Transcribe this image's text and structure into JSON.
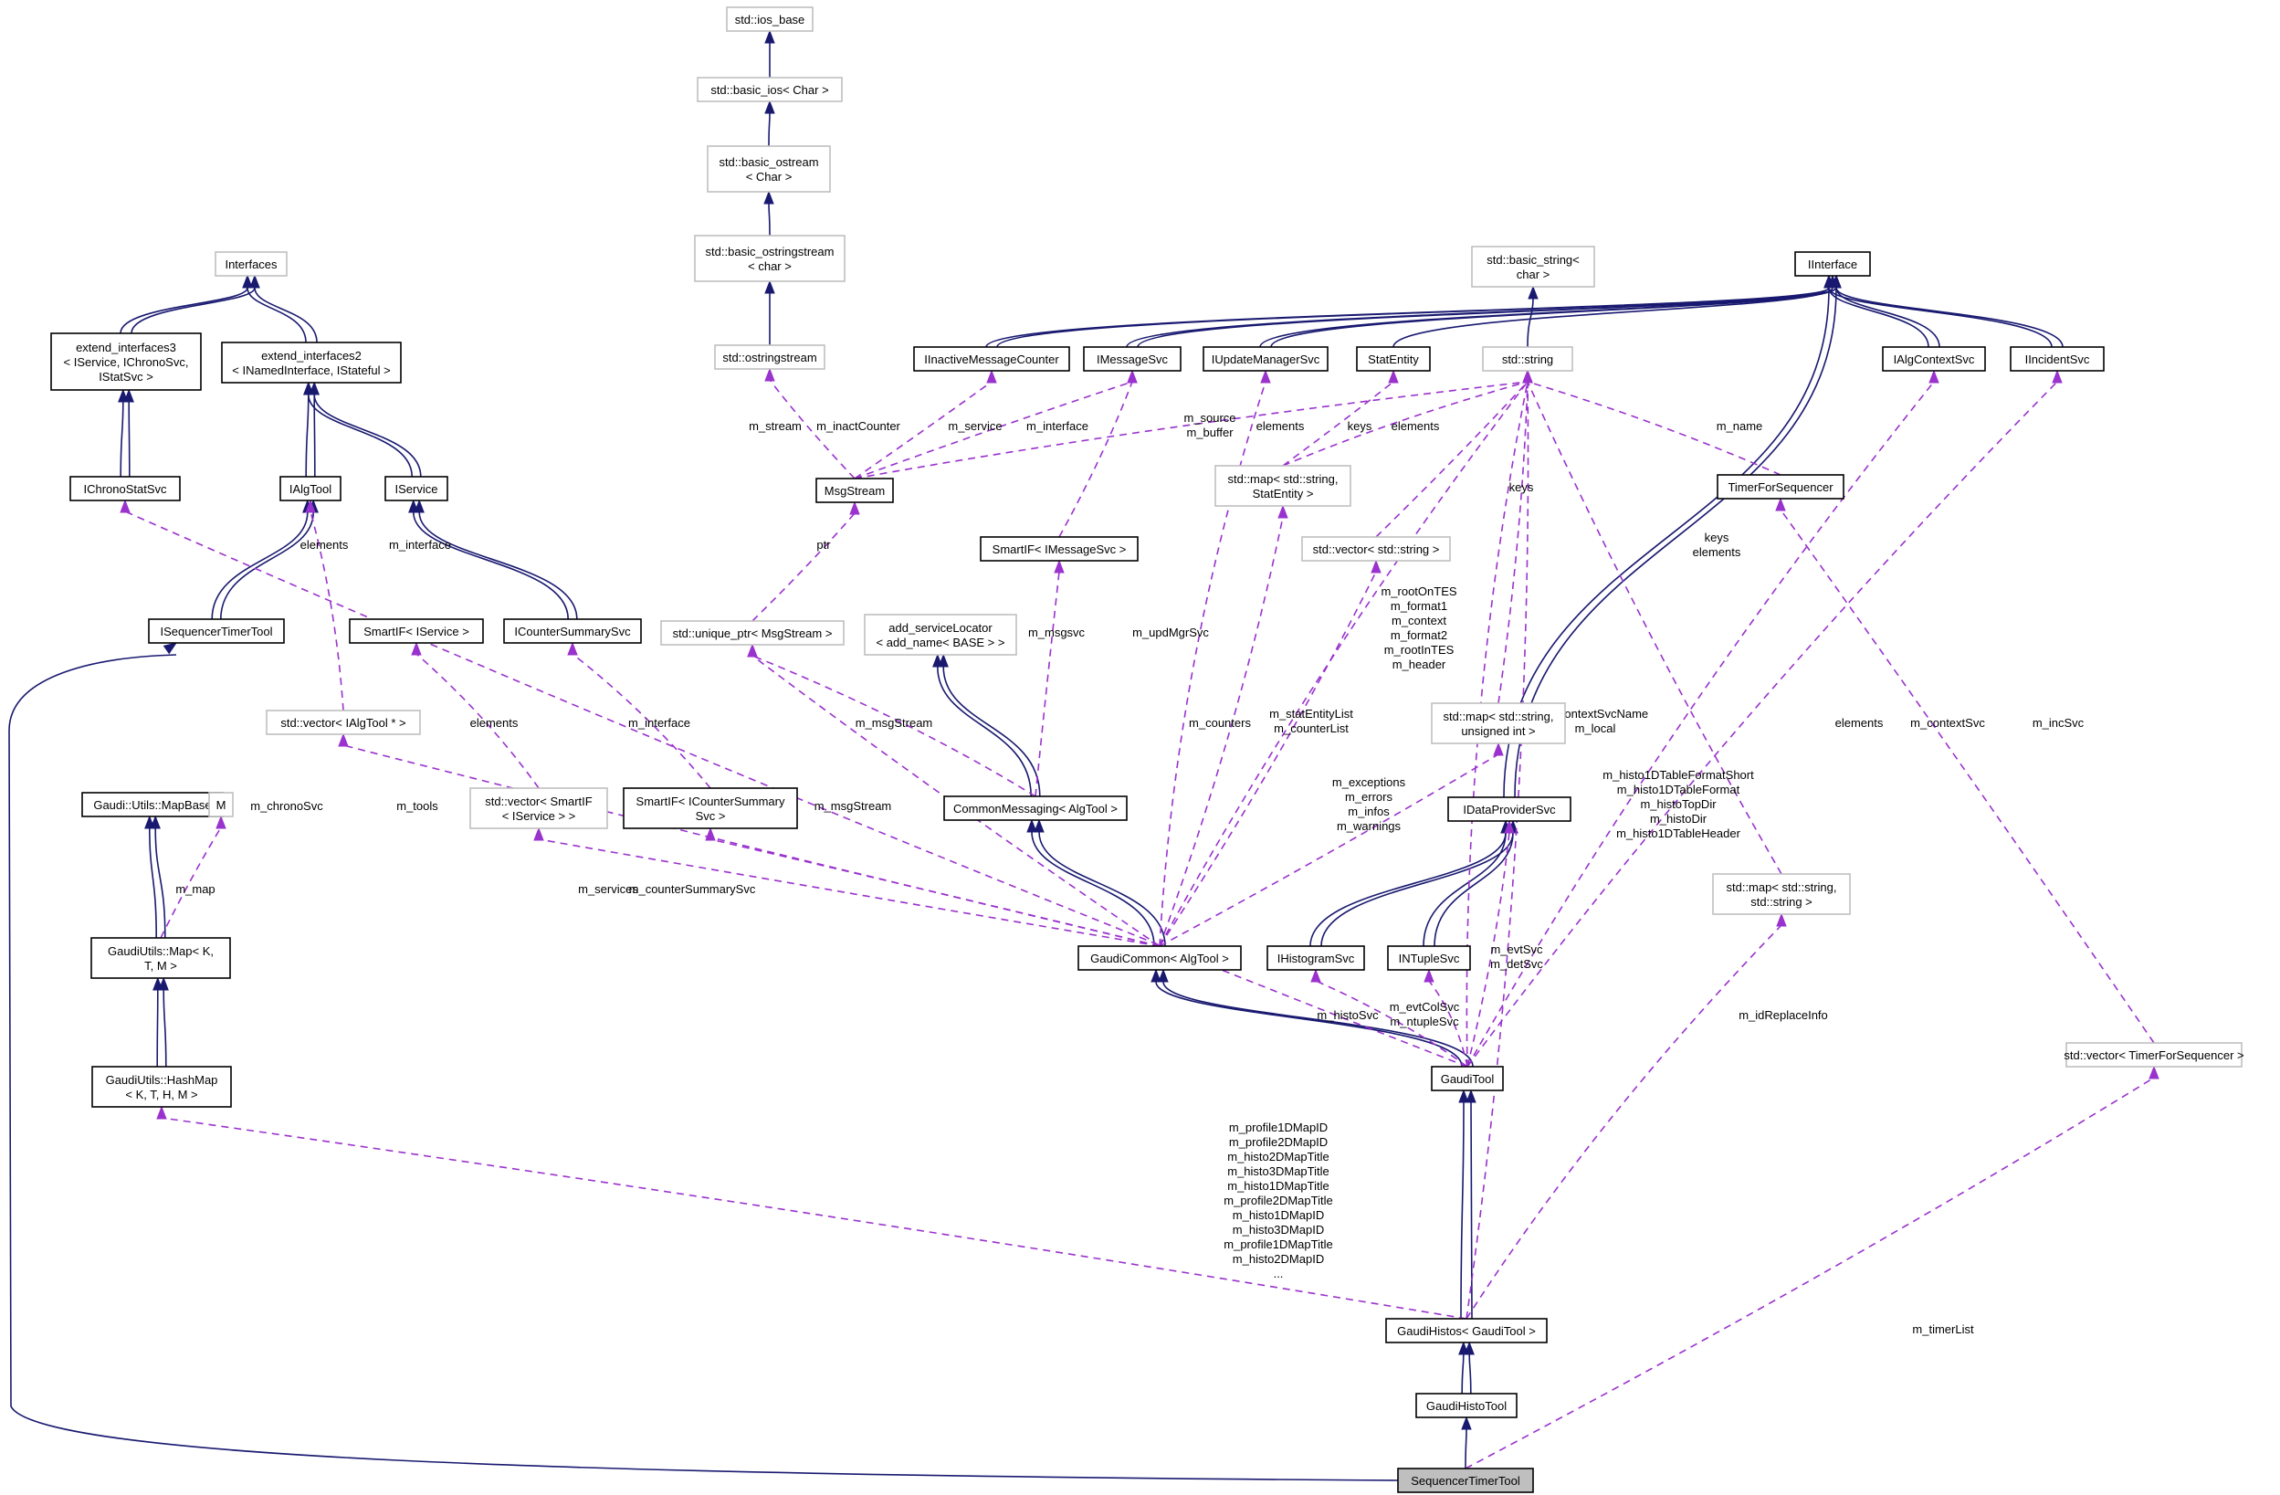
{
  "colors": {
    "inheritance_edge": "#191970",
    "usage_edge": "#9a32cd",
    "documented_node_border": "#000000",
    "undocumented_node_border": "#bfbfbf",
    "focus_node_fill": "#bfbfbf"
  },
  "nodes": [
    {
      "id": "ios_base",
      "lines": [
        "std::ios_base"
      ],
      "style": "grey"
    },
    {
      "id": "basic_ios",
      "lines": [
        "std::basic_ios< Char >"
      ],
      "style": "grey"
    },
    {
      "id": "basic_ostream",
      "lines": [
        "std::basic_ostream",
        "< Char >"
      ],
      "style": "grey"
    },
    {
      "id": "basic_ostringstream",
      "lines": [
        "std::basic_ostringstream",
        "< char >"
      ],
      "style": "grey"
    },
    {
      "id": "ostringstream",
      "lines": [
        "std::ostringstream"
      ],
      "style": "grey"
    },
    {
      "id": "interfaces",
      "lines": [
        "Interfaces"
      ],
      "style": "grey"
    },
    {
      "id": "ext3",
      "lines": [
        "extend_interfaces3",
        "< IService, IChronoSvc,",
        "IStatSvc >"
      ],
      "style": "solid"
    },
    {
      "id": "ext2",
      "lines": [
        "extend_interfaces2",
        "< INamedInterface, IStateful >"
      ],
      "style": "solid"
    },
    {
      "id": "ichronostat",
      "lines": [
        "IChronoStatSvc"
      ],
      "style": "solid"
    },
    {
      "id": "ialgtool",
      "lines": [
        "IAlgTool"
      ],
      "style": "solid"
    },
    {
      "id": "iservice",
      "lines": [
        "IService"
      ],
      "style": "solid"
    },
    {
      "id": "iseqtimer",
      "lines": [
        "ISequencerTimerTool"
      ],
      "style": "solid"
    },
    {
      "id": "sif_iservice",
      "lines": [
        "SmartIF< IService >"
      ],
      "style": "solid"
    },
    {
      "id": "icountersummary",
      "lines": [
        "ICounterSummarySvc"
      ],
      "style": "solid"
    },
    {
      "id": "vec_ialgtool",
      "lines": [
        "std::vector< IAlgTool * >"
      ],
      "style": "grey"
    },
    {
      "id": "vec_sif",
      "lines": [
        "std::vector< SmartIF",
        "< IService > >"
      ],
      "style": "grey"
    },
    {
      "id": "sif_ics",
      "lines": [
        "SmartIF< ICounterSummary",
        "Svc >"
      ],
      "style": "solid"
    },
    {
      "id": "mapbase",
      "lines": [
        "Gaudi::Utils::MapBase"
      ],
      "style": "solid"
    },
    {
      "id": "M",
      "lines": [
        "M"
      ],
      "style": "grey"
    },
    {
      "id": "gu_map",
      "lines": [
        "GaudiUtils::Map< K,",
        "T, M >"
      ],
      "style": "solid"
    },
    {
      "id": "gu_hashmap",
      "lines": [
        "GaudiUtils::HashMap",
        "< K, T, H, M >"
      ],
      "style": "solid"
    },
    {
      "id": "basic_string",
      "lines": [
        "std::basic_string<",
        "char >"
      ],
      "style": "grey"
    },
    {
      "id": "iinterface",
      "lines": [
        "IInterface"
      ],
      "style": "solid"
    },
    {
      "id": "iinactive",
      "lines": [
        "IInactiveMessageCounter"
      ],
      "style": "solid"
    },
    {
      "id": "imessagesvc",
      "lines": [
        "IMessageSvc"
      ],
      "style": "solid"
    },
    {
      "id": "iupdatemgr",
      "lines": [
        "IUpdateManagerSvc"
      ],
      "style": "solid"
    },
    {
      "id": "statentity",
      "lines": [
        "StatEntity"
      ],
      "style": "solid"
    },
    {
      "id": "stdstring",
      "lines": [
        "std::string"
      ],
      "style": "grey"
    },
    {
      "id": "ialgcontext",
      "lines": [
        "IAlgContextSvc"
      ],
      "style": "solid"
    },
    {
      "id": "iincident",
      "lines": [
        "IIncidentSvc"
      ],
      "style": "solid"
    },
    {
      "id": "msgstream",
      "lines": [
        "MsgStream"
      ],
      "style": "solid"
    },
    {
      "id": "map_stat",
      "lines": [
        "std::map< std::string,",
        "StatEntity >"
      ],
      "style": "grey"
    },
    {
      "id": "timerforseq",
      "lines": [
        "TimerForSequencer"
      ],
      "style": "solid"
    },
    {
      "id": "sif_imsg",
      "lines": [
        "SmartIF< IMessageSvc >"
      ],
      "style": "solid"
    },
    {
      "id": "vec_string",
      "lines": [
        "std::vector< std::string >"
      ],
      "style": "grey"
    },
    {
      "id": "uptr_msg",
      "lines": [
        "std::unique_ptr< MsgStream >"
      ],
      "style": "grey"
    },
    {
      "id": "addsvcloc",
      "lines": [
        "add_serviceLocator",
        "< add_name< BASE > >"
      ],
      "style": "grey"
    },
    {
      "id": "commonmsg",
      "lines": [
        "CommonMessaging< AlgTool >"
      ],
      "style": "solid"
    },
    {
      "id": "map_uint",
      "lines": [
        "std::map< std::string,",
        "unsigned int >"
      ],
      "style": "grey"
    },
    {
      "id": "idataprov",
      "lines": [
        "IDataProviderSvc"
      ],
      "style": "solid"
    },
    {
      "id": "map_strstr",
      "lines": [
        "std::map< std::string,",
        "std::string >"
      ],
      "style": "grey"
    },
    {
      "id": "gaudicommon",
      "lines": [
        "GaudiCommon< AlgTool >"
      ],
      "style": "solid"
    },
    {
      "id": "ihisto",
      "lines": [
        "IHistogramSvc"
      ],
      "style": "solid"
    },
    {
      "id": "intuple",
      "lines": [
        "INTupleSvc"
      ],
      "style": "solid"
    },
    {
      "id": "vec_timer",
      "lines": [
        "std::vector< TimerForSequencer >"
      ],
      "style": "grey"
    },
    {
      "id": "gauditool",
      "lines": [
        "GaudiTool"
      ],
      "style": "solid"
    },
    {
      "id": "gaudihistos",
      "lines": [
        "GaudiHistos< GaudiTool >"
      ],
      "style": "solid"
    },
    {
      "id": "gaudihistotool",
      "lines": [
        "GaudiHistoTool"
      ],
      "style": "solid"
    },
    {
      "id": "seqtimertool",
      "lines": [
        "SequencerTimerTool"
      ],
      "style": "focus"
    }
  ],
  "edge_labels": [
    {
      "id": "lbl_m_stream",
      "lines": [
        "m_stream"
      ]
    },
    {
      "id": "lbl_m_inactcounter",
      "lines": [
        "m_inactCounter"
      ]
    },
    {
      "id": "lbl_m_service",
      "lines": [
        "m_service"
      ]
    },
    {
      "id": "lbl_m_interface_msg",
      "lines": [
        "m_interface"
      ]
    },
    {
      "id": "lbl_m_source",
      "lines": [
        "m_source",
        "m_buffer"
      ]
    },
    {
      "id": "lbl_elements_stat",
      "lines": [
        "elements"
      ]
    },
    {
      "id": "lbl_keys_stat",
      "lines": [
        "keys"
      ]
    },
    {
      "id": "lbl_elements_vecstr",
      "lines": [
        "elements"
      ]
    },
    {
      "id": "lbl_m_name",
      "lines": [
        "m_name"
      ]
    },
    {
      "id": "lbl_keys_uint",
      "lines": [
        "keys"
      ]
    },
    {
      "id": "lbl_keys_elements_strstr",
      "lines": [
        "keys",
        "elements"
      ]
    },
    {
      "id": "lbl_ptr",
      "lines": [
        "ptr"
      ]
    },
    {
      "id": "lbl_elements_ialgtool",
      "lines": [
        "elements"
      ]
    },
    {
      "id": "lbl_m_interface_svc",
      "lines": [
        "m_interface"
      ]
    },
    {
      "id": "lbl_elements_sif",
      "lines": [
        "elements"
      ]
    },
    {
      "id": "lbl_m_interface_ics",
      "lines": [
        "m_interface"
      ]
    },
    {
      "id": "lbl_m_msgsvc",
      "lines": [
        "m_msgsvc"
      ]
    },
    {
      "id": "lbl_m_updmgr",
      "lines": [
        "m_updMgrSvc"
      ]
    },
    {
      "id": "lbl_roottes",
      "lines": [
        "m_rootOnTES",
        "m_format1",
        "m_context",
        "m_format2",
        "m_rootInTES",
        "m_header"
      ]
    },
    {
      "id": "lbl_m_counters",
      "lines": [
        "m_counters"
      ]
    },
    {
      "id": "lbl_statentitylist",
      "lines": [
        "m_statEntityList",
        "m_counterList"
      ]
    },
    {
      "id": "lbl_m_msgstream_cm",
      "lines": [
        "m_msgStream"
      ]
    },
    {
      "id": "lbl_m_msgstream_gc",
      "lines": [
        "m_msgStream"
      ]
    },
    {
      "id": "lbl_m_chronosvc",
      "lines": [
        "m_chronoSvc"
      ]
    },
    {
      "id": "lbl_m_tools",
      "lines": [
        "m_tools"
      ]
    },
    {
      "id": "lbl_m_map",
      "lines": [
        "m_map"
      ]
    },
    {
      "id": "lbl_m_services",
      "lines": [
        "m_services"
      ]
    },
    {
      "id": "lbl_m_countersummary",
      "lines": [
        "m_counterSummarySvc"
      ]
    },
    {
      "id": "lbl_exceptions",
      "lines": [
        "m_exceptions",
        "m_errors",
        "m_infos",
        "m_warnings"
      ]
    },
    {
      "id": "lbl_contextsvcname",
      "lines": [
        "m_contextSvcName",
        "m_local"
      ]
    },
    {
      "id": "lbl_histotable",
      "lines": [
        "m_histo1DTableFormatShort",
        "m_histo1DTableFormat",
        "m_histoTopDir",
        "m_histoDir",
        "m_histo1DTableHeader"
      ]
    },
    {
      "id": "lbl_elements_timer",
      "lines": [
        "elements"
      ]
    },
    {
      "id": "lbl_m_contextsvc",
      "lines": [
        "m_contextSvc"
      ]
    },
    {
      "id": "lbl_m_incsvc",
      "lines": [
        "m_incSvc"
      ]
    },
    {
      "id": "lbl_evtsvc",
      "lines": [
        "m_evtSvc",
        "m_detSvc"
      ]
    },
    {
      "id": "lbl_m_histosvc",
      "lines": [
        "m_histoSvc"
      ]
    },
    {
      "id": "lbl_evtcolsvc",
      "lines": [
        "m_evtColSvc",
        "m_ntupleSvc"
      ]
    },
    {
      "id": "lbl_idreplace",
      "lines": [
        "m_idReplaceInfo"
      ]
    },
    {
      "id": "lbl_mapids",
      "lines": [
        "m_profile1DMapID",
        "m_profile2DMapID",
        "m_histo2DMapTitle",
        "m_histo3DMapTitle",
        "m_histo1DMapTitle",
        "m_profile2DMapTitle",
        "m_histo1DMapID",
        "m_histo3DMapID",
        "m_profile1DMapTitle",
        "m_histo2DMapID",
        "..."
      ]
    },
    {
      "id": "lbl_m_timerlist",
      "lines": [
        "m_timerList"
      ]
    }
  ]
}
